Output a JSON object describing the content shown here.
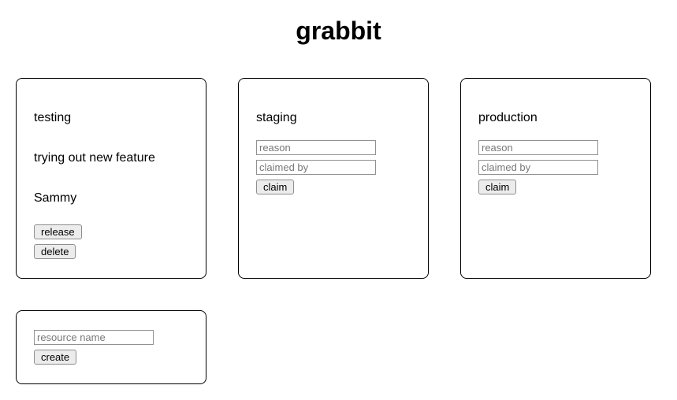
{
  "page": {
    "title": "grabbit"
  },
  "resources": [
    {
      "name": "testing",
      "state": "claimed",
      "reason": "trying out new feature",
      "claimed_by": "Sammy",
      "release_label": "release",
      "delete_label": "delete"
    },
    {
      "name": "staging",
      "state": "free",
      "reason_placeholder": "reason",
      "claimed_by_placeholder": "claimed by",
      "claim_label": "claim"
    },
    {
      "name": "production",
      "state": "free",
      "reason_placeholder": "reason",
      "claimed_by_placeholder": "claimed by",
      "claim_label": "claim"
    }
  ],
  "create_form": {
    "name_placeholder": "resource name",
    "create_label": "create"
  },
  "colors": {
    "background": "#ffffff",
    "card_border": "#000000",
    "button_bg": "#ececec",
    "button_border": "#8e8e8e",
    "input_border": "#919191",
    "placeholder_text": "#787878",
    "text": "#000000"
  }
}
